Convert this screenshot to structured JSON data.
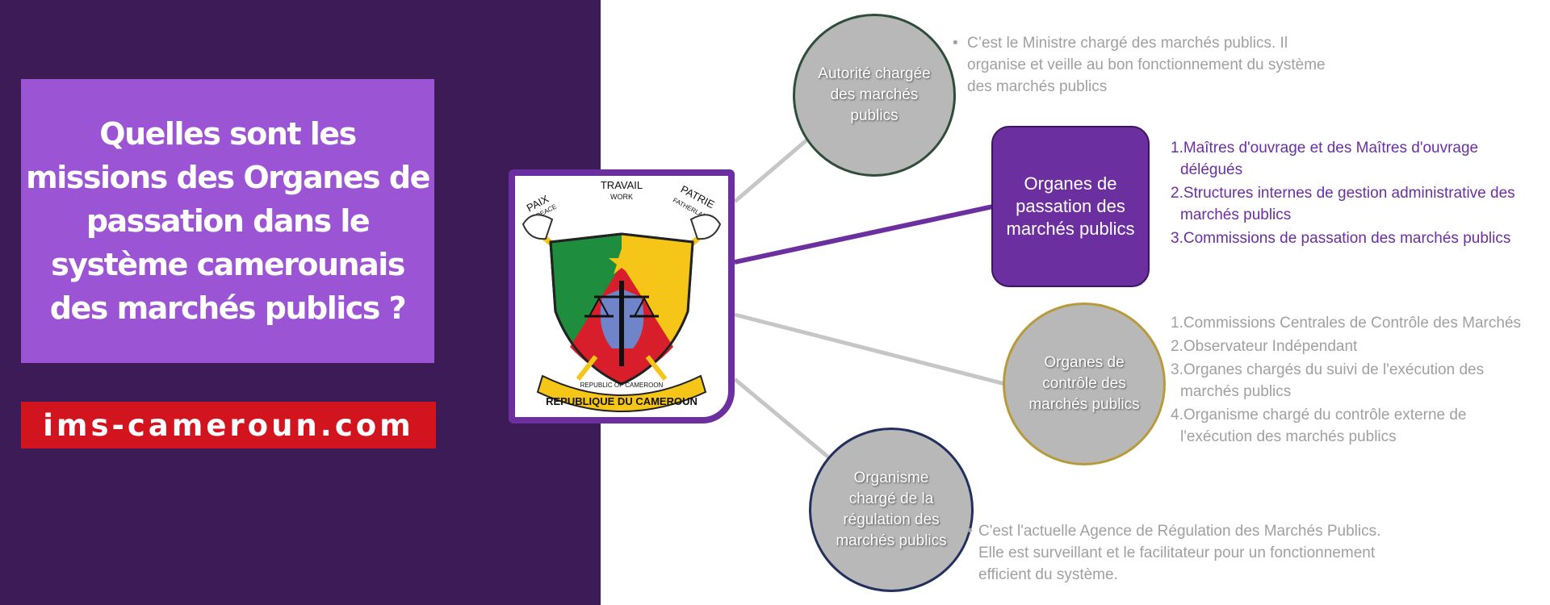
{
  "title": "Quelles sont les missions des Organes de passation dans le système camerounais des marchés publics ?",
  "site": "ims-cameroun.com",
  "emblem": {
    "top_motto": "TRAVAIL",
    "top_motto_en": "WORK",
    "left_motto": "PAIX",
    "left_motto_en": "PEACE",
    "right_motto": "PATRIE",
    "right_motto_en": "FATHERLAND",
    "ribbon_en": "REPUBLIC OF CAMEROON",
    "ribbon_fr": "REPUBLIQUE DU CAMEROUN",
    "colors": {
      "green": "#1e8e3e",
      "red": "#d81e2a",
      "yellow": "#f5c518",
      "blue": "#6f84c9"
    }
  },
  "nodes": {
    "autorite": {
      "label": "Autorité chargée des marchés publics",
      "description": "C’est le Ministre chargé des marchés publics. Il organise et veille au bon fonctionnement du système des marchés publics"
    },
    "passation": {
      "label": "Organes de passation des marchés publics",
      "items": [
        "1.Maîtres d'ouvrage et des Maîtres d'ouvrage délégués",
        "2.Structures internes de gestion administrative des marchés publics",
        "3.Commissions de passation des marchés publics"
      ]
    },
    "controle": {
      "label": "Organes de contrôle des marchés publics",
      "items": [
        "1.Commissions Centrales de Contrôle des Marchés",
        "2.Observateur Indépendant",
        "3.Organes chargés du suivi de l'exécution des marchés publics",
        "4.Organisme chargé du contrôle externe de l'exécution des marchés publics"
      ]
    },
    "regulation": {
      "label": "Organisme chargé de la régulation des marchés publics",
      "description": "C'est l'actuelle Agence de Régulation des Marchés Publics. Elle est surveillant et le facilitateur pour un fonctionnement efficient du système."
    }
  },
  "colors": {
    "left_panel": "#3d1b57",
    "title_box": "#9b54d3",
    "banner": "#d2141e",
    "accent_purple": "#6b2fa0",
    "gray_text": "#a0a0a0",
    "node_gray": "#b8b8b8"
  }
}
